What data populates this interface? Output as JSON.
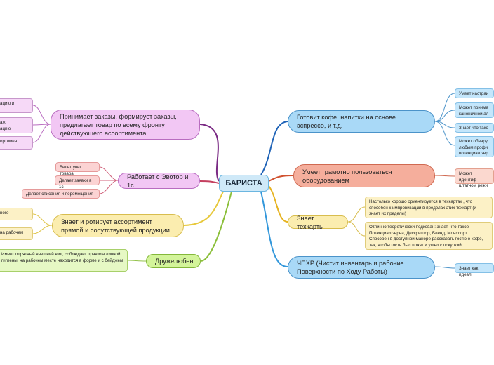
{
  "center": {
    "label": "БАРИСТА"
  },
  "branches": {
    "orders": {
      "label": "Принимает заказы, формирует заказы, предлагает товар по всему фронту действующего ассортимента",
      "children": [
        "ацию и",
        "аж,\nацию",
        "ортимент"
      ]
    },
    "evotor": {
      "label": "Работает с Эвотор и 1с",
      "children": [
        "Ведет учет товара",
        "Делает заявки в 1с",
        "Делает списания и перемещения"
      ]
    },
    "assortment": {
      "label": "Знает и ротирует ассортимент прямой и сопутствующей продукции",
      "children": [
        "ного",
        "на рабочем"
      ]
    },
    "friendly": {
      "label": "Дружелюбен",
      "children": [
        "Имеет опрятный внешний вид, соблюдает правила личной гигиены, на рабочем месте находится в форме и с бейджем"
      ]
    },
    "coffee": {
      "label": "Готовит кофе, напитки на основе эспрессо, и т.д.",
      "children": [
        "Умеет настраи",
        "Может понима каноничной ал",
        "Знает что тако",
        "Может обнару любым профи потенциал зер"
      ]
    },
    "equipment": {
      "label": "Умеет грамотно пользоваться оборудованием",
      "children": [
        "Может идентиф штатном режи"
      ]
    },
    "techcards": {
      "label": "Знает техкарты",
      "children": [
        "Настолько хорошо ориентируется в техкартах , что способен к импровизации в пределах этих техкарт (и знает их пределы)",
        "Отлично теоретически подкован: знает, что такое Потенциал зерна, Дескриптор, Бленд, Моносорт. Способен в доступной манере рассказать гостю о кофе, так, чтобы гость был понят и ушел с покупкой!"
      ]
    },
    "cleaning": {
      "label": "ЧПХР (Чистит инвентарь и рабочие Поверхности по Ходу Работы)",
      "children": [
        "Знает как идеал"
      ]
    }
  }
}
